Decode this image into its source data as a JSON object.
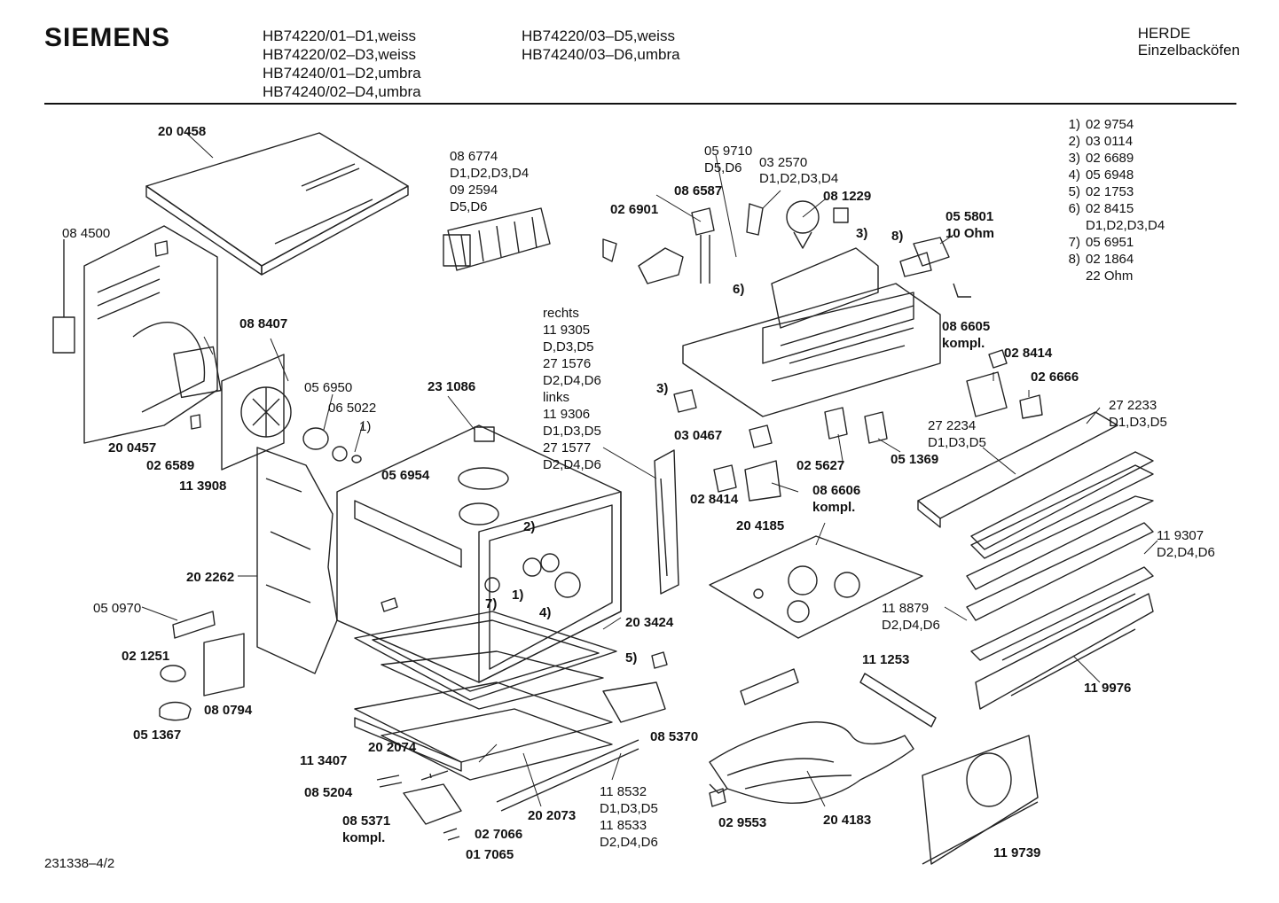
{
  "header": {
    "brand": "SIEMENS",
    "models_col1": [
      "HB74220/01–D1,weiss",
      "HB74220/02–D3,weiss",
      "HB74240/01–D2,umbra",
      "HB74240/02–D4,umbra"
    ],
    "models_col2": [
      "HB74220/03–D5,weiss",
      "HB74240/03–D6,umbra"
    ],
    "category": "HERDE",
    "subcategory": "Einzelbacköfen"
  },
  "legend": [
    {
      "num": "1)",
      "part": "02 9754"
    },
    {
      "num": "2)",
      "part": "03 0114"
    },
    {
      "num": "3)",
      "part": "02 6689"
    },
    {
      "num": "4)",
      "part": "05 6948"
    },
    {
      "num": "5)",
      "part": "02 1753"
    },
    {
      "num": "6)",
      "part": "02 8415",
      "note": "D1,D2,D3,D4"
    },
    {
      "num": "7)",
      "part": "05 6951"
    },
    {
      "num": "8)",
      "part": "02 1864",
      "note": "22 Ohm"
    }
  ],
  "labels": {
    "l200458": "20 0458",
    "l084500": "08 4500",
    "l088407": "08 8407",
    "l200457": "20 0457",
    "l026589": "02 6589",
    "l113908": "11 3908",
    "l056950": "05 6950",
    "l065022": "06 5022",
    "l1a": "1)",
    "l086774": "08 6774",
    "l086774n": "D1,D2,D3,D4",
    "l092594": "09 2594",
    "l092594n": "D5,D6",
    "l026901": "02 6901",
    "l086587": "08 6587",
    "l059710": "05 9710",
    "l059710n": "D5,D6",
    "l032570": "03 2570",
    "l032570n": "D1,D2,D3,D4",
    "l081229": "08 1229",
    "l6": "6)",
    "l3a": "3)",
    "l8": "8)",
    "l055801": "05 5801",
    "l10ohm": "10 Ohm",
    "rechts": "rechts",
    "l119305": "11 9305",
    "l119305n": "D,D3,D5",
    "l271576": "27 1576",
    "l271576n": "D2,D4,D6",
    "links": "links",
    "l119306": "11 9306",
    "l119306n": "D1,D3,D5",
    "l271577": "27 1577",
    "l271577n": "D2,D4,D6",
    "l231086": "23 1086",
    "l056954": "05 6954",
    "l3b": "3)",
    "l030467": "03 0467",
    "l086605": "08 6605",
    "l086605n": "kompl.",
    "l028414a": "02 8414",
    "l026666": "02 6666",
    "l025627": "02 5627",
    "l051369": "05 1369",
    "l272234": "27 2234",
    "l272234n": "D1,D3,D5",
    "l272233": "27 2233",
    "l272233n": "D1,D3,D5",
    "l028414b": "02 8414",
    "l086606": "08 6606",
    "l086606n": "kompl.",
    "l204185": "20 4185",
    "l2": "2)",
    "l1b": "1)",
    "l7": "7)",
    "l4": "4)",
    "l202262": "20 2262",
    "l050970": "05 0970",
    "l021251": "02 1251",
    "l080794": "08 0794",
    "l051367": "05 1367",
    "l203424": "20 3424",
    "l5": "5)",
    "l119307": "11 9307",
    "l119307n": "D2,D4,D6",
    "l118879": "11 8879",
    "l118879n": "D2,D4,D6",
    "l111253": "11 1253",
    "l119976": "11 9976",
    "l085370": "08 5370",
    "l113407": "11 3407",
    "l202074": "20 2074",
    "l085204": "08 5204",
    "l085371": "08 5371",
    "l085371n": "kompl.",
    "l027066": "02 7066",
    "l017065": "01 7065",
    "l202073": "20 2073",
    "l118532": "11 8532",
    "l118532n": "D1,D3,D5",
    "l118533": "11 8533",
    "l118533n": "D2,D4,D6",
    "l029553": "02 9553",
    "l204183": "20 4183",
    "l119739": "11 9739"
  },
  "footer": "231338–4/2"
}
